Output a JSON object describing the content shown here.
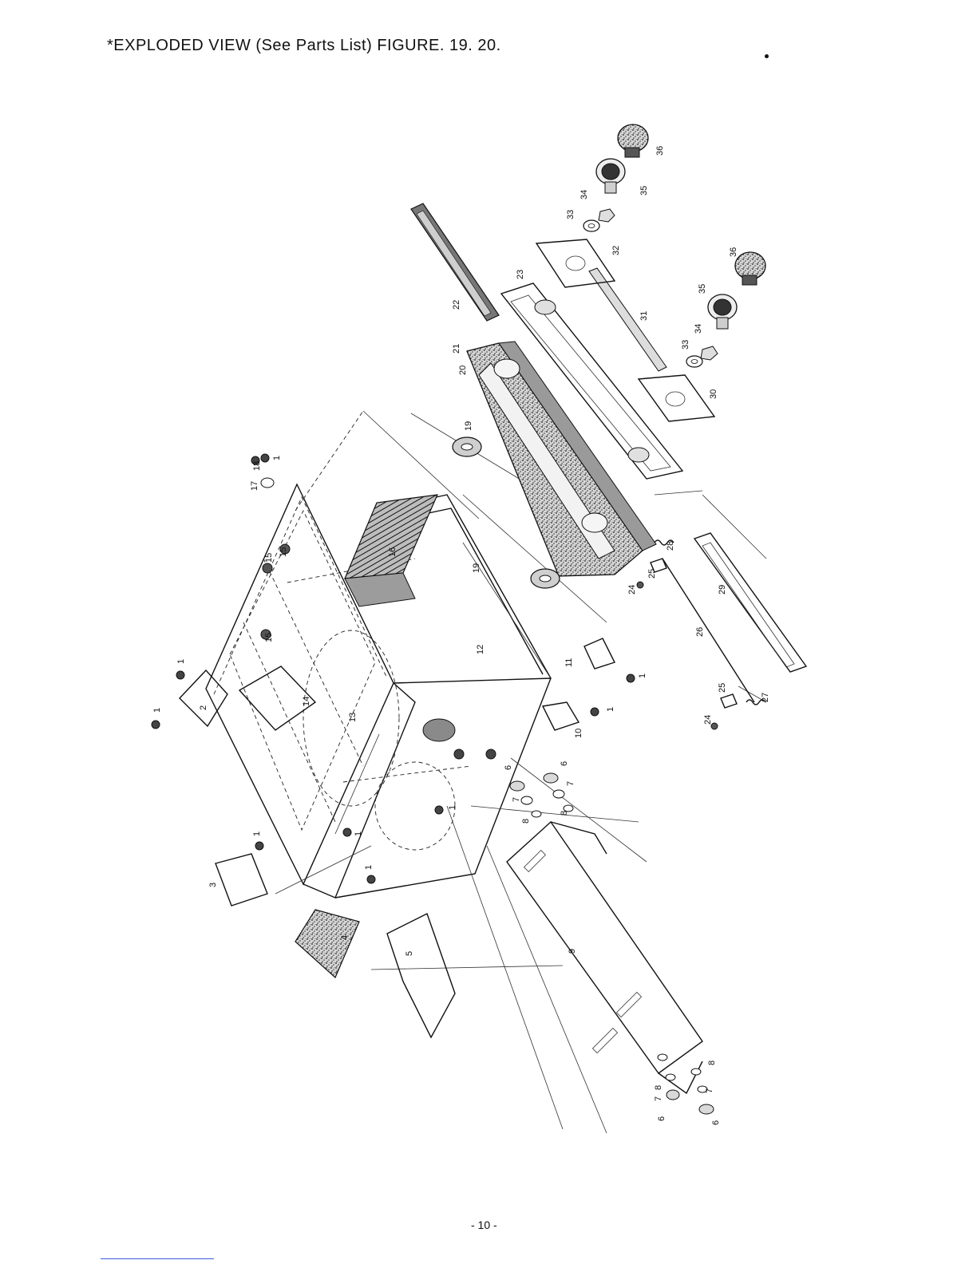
{
  "header": {
    "title": "*EXPLODED VIEW (See Parts List) FIGURE. 19. 20."
  },
  "footer": {
    "page_number": "- 10 -"
  },
  "callouts": [
    {
      "id": "c1a",
      "text": "1"
    },
    {
      "id": "c1b",
      "text": "1"
    },
    {
      "id": "c1c",
      "text": "1"
    },
    {
      "id": "c1d",
      "text": "1"
    },
    {
      "id": "c1e",
      "text": "1"
    },
    {
      "id": "c1f",
      "text": "1"
    },
    {
      "id": "c1g",
      "text": "1"
    },
    {
      "id": "c1h",
      "text": "1"
    },
    {
      "id": "c1i",
      "text": "1"
    },
    {
      "id": "c2",
      "text": "2"
    },
    {
      "id": "c3",
      "text": "3"
    },
    {
      "id": "c4",
      "text": "4"
    },
    {
      "id": "c5",
      "text": "5"
    },
    {
      "id": "c6a",
      "text": "6"
    },
    {
      "id": "c6b",
      "text": "6"
    },
    {
      "id": "c6c",
      "text": "6"
    },
    {
      "id": "c6d",
      "text": "6"
    },
    {
      "id": "c7a",
      "text": "7"
    },
    {
      "id": "c7b",
      "text": "7"
    },
    {
      "id": "c7c",
      "text": "7"
    },
    {
      "id": "c7d",
      "text": "7"
    },
    {
      "id": "c8a",
      "text": "8"
    },
    {
      "id": "c8b",
      "text": "8"
    },
    {
      "id": "c8c",
      "text": "8"
    },
    {
      "id": "c8d",
      "text": "8"
    },
    {
      "id": "c9",
      "text": "9"
    },
    {
      "id": "c10",
      "text": "10"
    },
    {
      "id": "c11",
      "text": "11"
    },
    {
      "id": "c12",
      "text": "12"
    },
    {
      "id": "c13",
      "text": "13"
    },
    {
      "id": "c14",
      "text": "14"
    },
    {
      "id": "c15a",
      "text": "15"
    },
    {
      "id": "c15b",
      "text": "15"
    },
    {
      "id": "c15c",
      "text": "15"
    },
    {
      "id": "c16",
      "text": "16"
    },
    {
      "id": "c17",
      "text": "17"
    },
    {
      "id": "c18",
      "text": "18"
    },
    {
      "id": "c19a",
      "text": "19"
    },
    {
      "id": "c19b",
      "text": "19"
    },
    {
      "id": "c20",
      "text": "20"
    },
    {
      "id": "c21",
      "text": "21"
    },
    {
      "id": "c22",
      "text": "22"
    },
    {
      "id": "c23",
      "text": "23"
    },
    {
      "id": "c24a",
      "text": "24"
    },
    {
      "id": "c24b",
      "text": "24"
    },
    {
      "id": "c25a",
      "text": "25"
    },
    {
      "id": "c25b",
      "text": "25"
    },
    {
      "id": "c26",
      "text": "26"
    },
    {
      "id": "c27",
      "text": "27"
    },
    {
      "id": "c28",
      "text": "28"
    },
    {
      "id": "c29",
      "text": "29"
    },
    {
      "id": "c30",
      "text": "30"
    },
    {
      "id": "c31",
      "text": "31"
    },
    {
      "id": "c32",
      "text": "32"
    },
    {
      "id": "c33a",
      "text": "33"
    },
    {
      "id": "c33b",
      "text": "33"
    },
    {
      "id": "c34a",
      "text": "34"
    },
    {
      "id": "c34b",
      "text": "34"
    },
    {
      "id": "c35a",
      "text": "35"
    },
    {
      "id": "c35b",
      "text": "35"
    },
    {
      "id": "c36a",
      "text": "36"
    },
    {
      "id": "c36b",
      "text": "36"
    }
  ]
}
